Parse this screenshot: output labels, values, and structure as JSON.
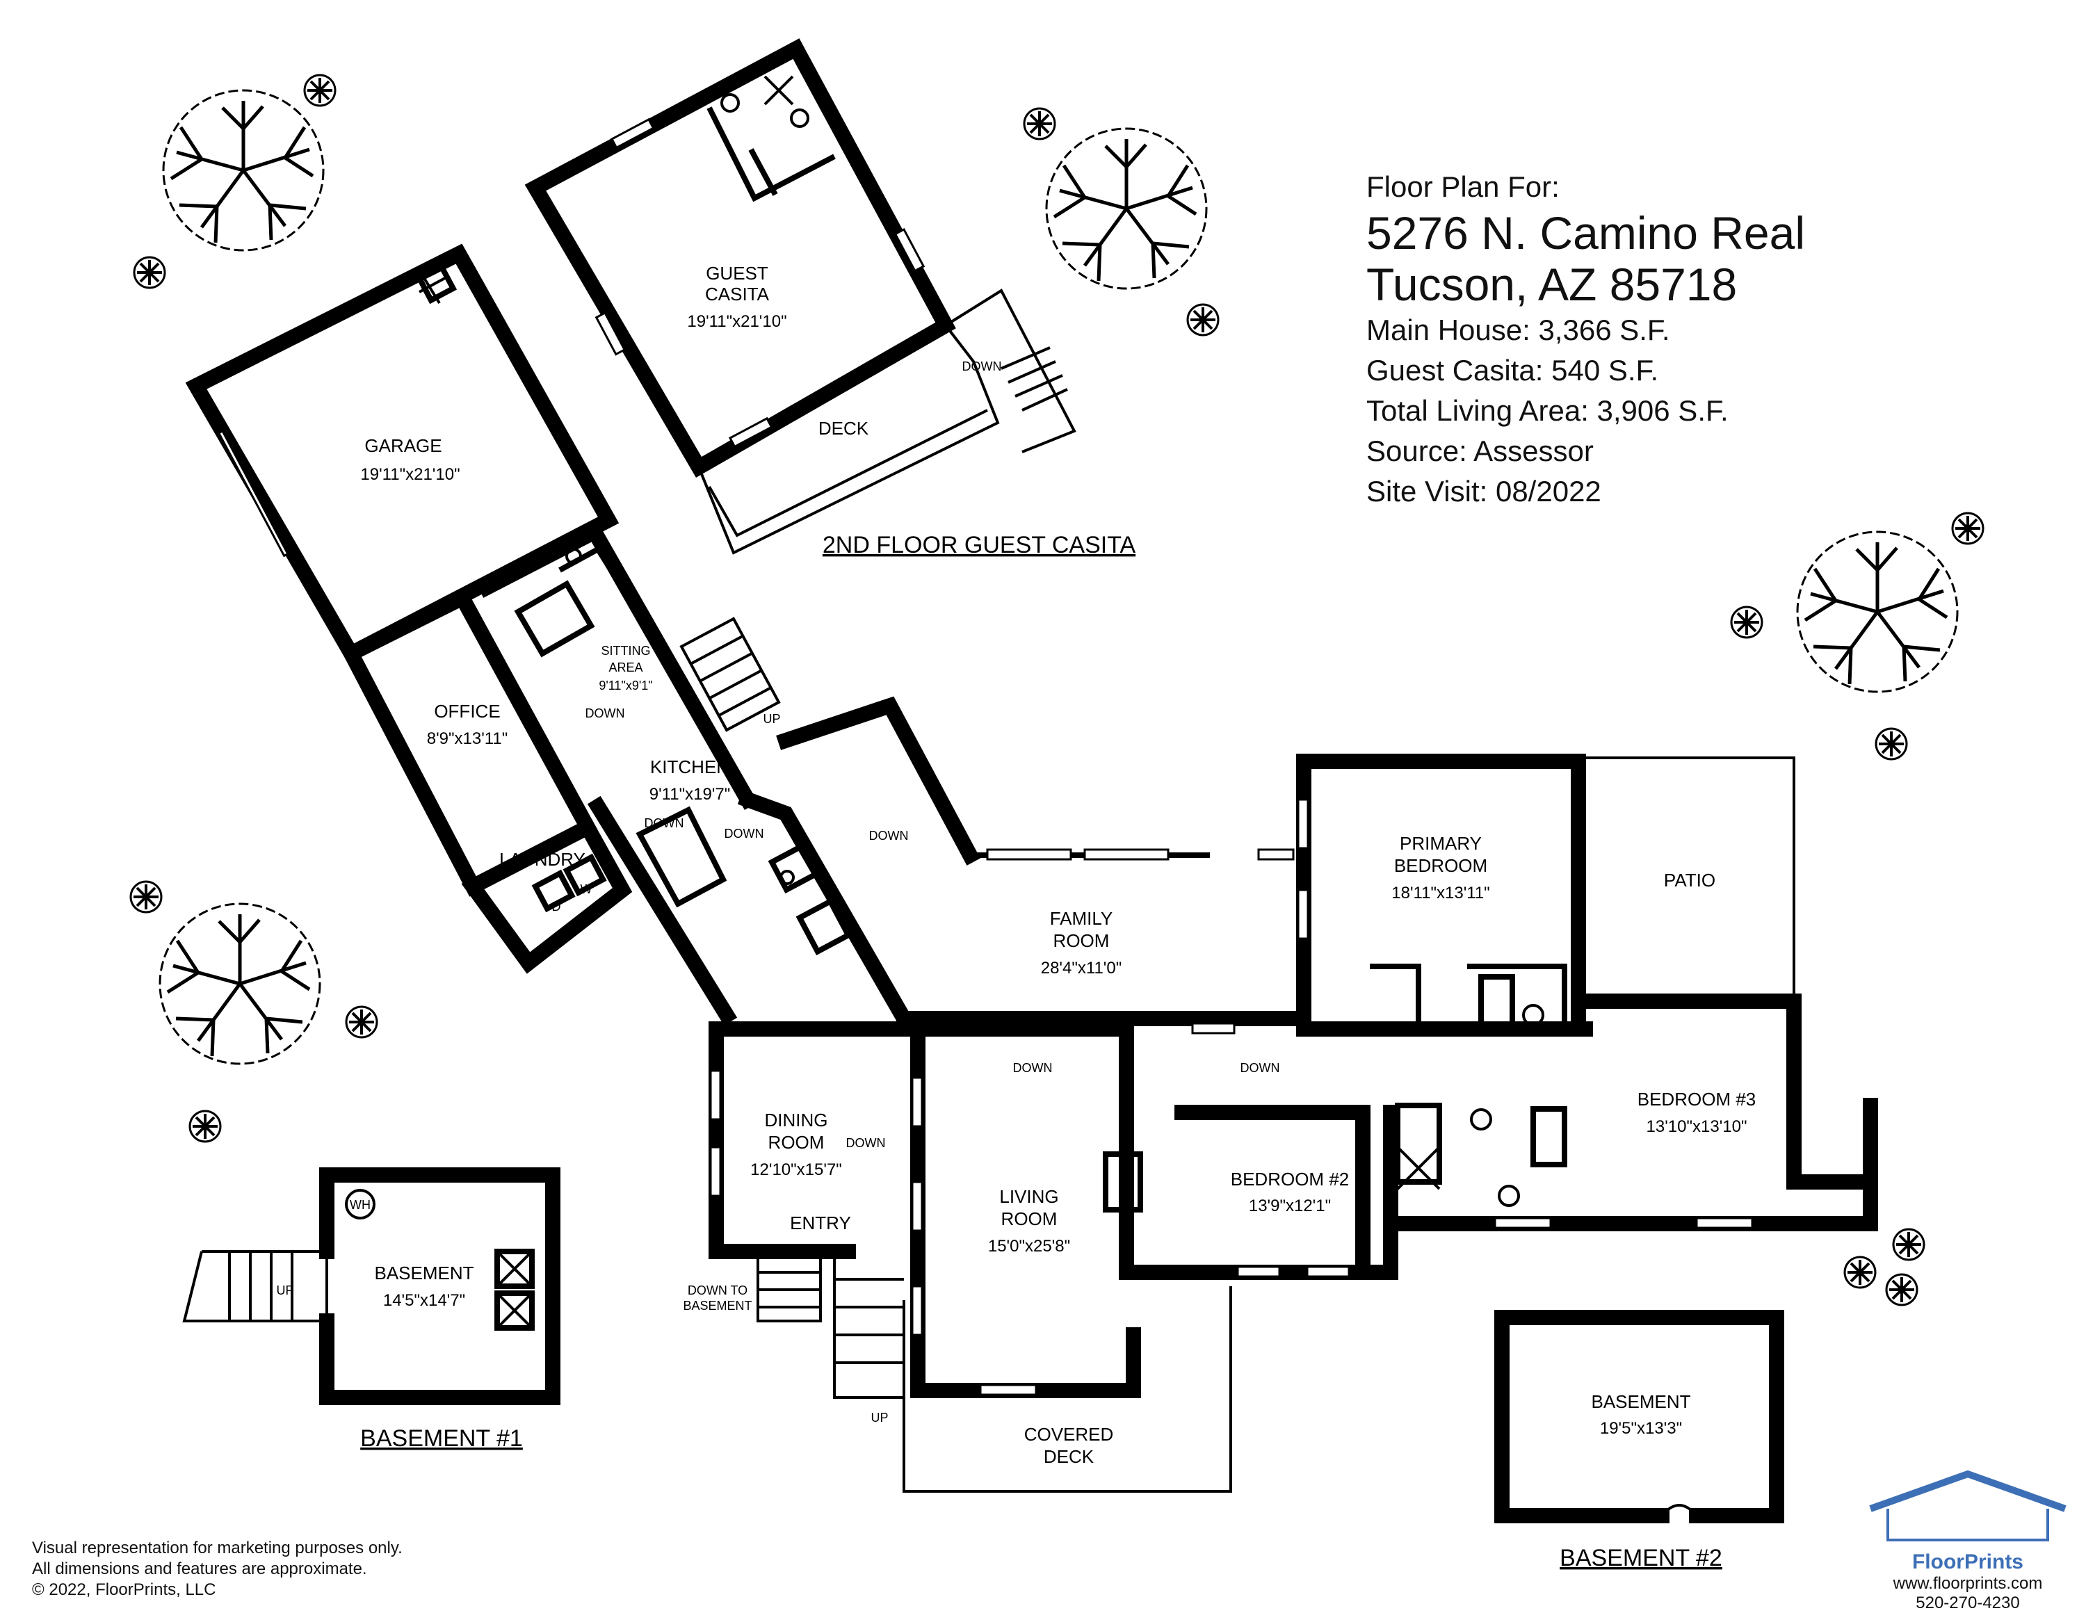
{
  "header": {
    "line1": "Floor Plan For:",
    "address1": "5276 N. Camino Real",
    "address2": "Tucson, AZ  85718",
    "main_house": "Main House:  3,366 S.F.",
    "guest_casita": "Guest Casita:  540 S.F.",
    "total_area": "Total Living Area:  3,906 S.F.",
    "source": "Source:  Assessor",
    "site_visit": "Site Visit:  08/2022"
  },
  "rooms": {
    "guest_casita": {
      "name_1": "GUEST",
      "name_2": "CASITA",
      "dims": "19'11\"x21'10\""
    },
    "garage": {
      "name": "GARAGE",
      "dims": "19'11\"x21'10\""
    },
    "deck": {
      "name": "DECK"
    },
    "office": {
      "name": "OFFICE",
      "dims": "8'9\"x13'11\""
    },
    "sitting_area": {
      "name_1": "SITTING",
      "name_2": "AREA",
      "dims": "9'11\"x9'1\""
    },
    "kitchen": {
      "name": "KITCHEN",
      "dims": "9'11\"x19'7\""
    },
    "laundry": {
      "name": "LAUNDRY"
    },
    "family_room": {
      "name_1": "FAMILY",
      "name_2": "ROOM",
      "dims": "28'4\"x11'0\""
    },
    "primary_bedroom": {
      "name_1": "PRIMARY",
      "name_2": "BEDROOM",
      "dims": "18'11\"x13'11\""
    },
    "patio": {
      "name": "PATIO"
    },
    "dining_room": {
      "name_1": "DINING",
      "name_2": "ROOM",
      "dims": "12'10\"x15'7\""
    },
    "entry": {
      "name": "ENTRY"
    },
    "living_room": {
      "name_1": "LIVING",
      "name_2": "ROOM",
      "dims": "15'0\"x25'8\""
    },
    "bedroom2": {
      "name": "BEDROOM #2",
      "dims": "13'9\"x12'1\""
    },
    "bedroom3": {
      "name": "BEDROOM #3",
      "dims": "13'10\"x13'10\""
    },
    "covered_deck": {
      "name_1": "COVERED",
      "name_2": "DECK"
    },
    "basement1": {
      "name": "BASEMENT",
      "dims": "14'5\"x14'7\"",
      "wh": "WH"
    },
    "basement2": {
      "name": "BASEMENT",
      "dims": "19'5\"x13'3\""
    }
  },
  "markers": {
    "down": "DOWN",
    "up": "UP",
    "down_to_1": "DOWN TO",
    "down_to_2": "BASEMENT",
    "d": "D",
    "w": "W"
  },
  "titles": {
    "casita": "2ND FLOOR GUEST CASITA",
    "basement1": "BASEMENT #1",
    "basement2": "BASEMENT #2"
  },
  "disclaimer": {
    "line1": "Visual representation for marketing purposes only.",
    "line2": "All dimensions and features are approximate.",
    "line3": "© 2022, FloorPrints, LLC"
  },
  "brand": {
    "name": "FloorPrints",
    "url": "www.floorprints.com",
    "phone": "520-270-4230",
    "color": "#3d6fb6"
  }
}
